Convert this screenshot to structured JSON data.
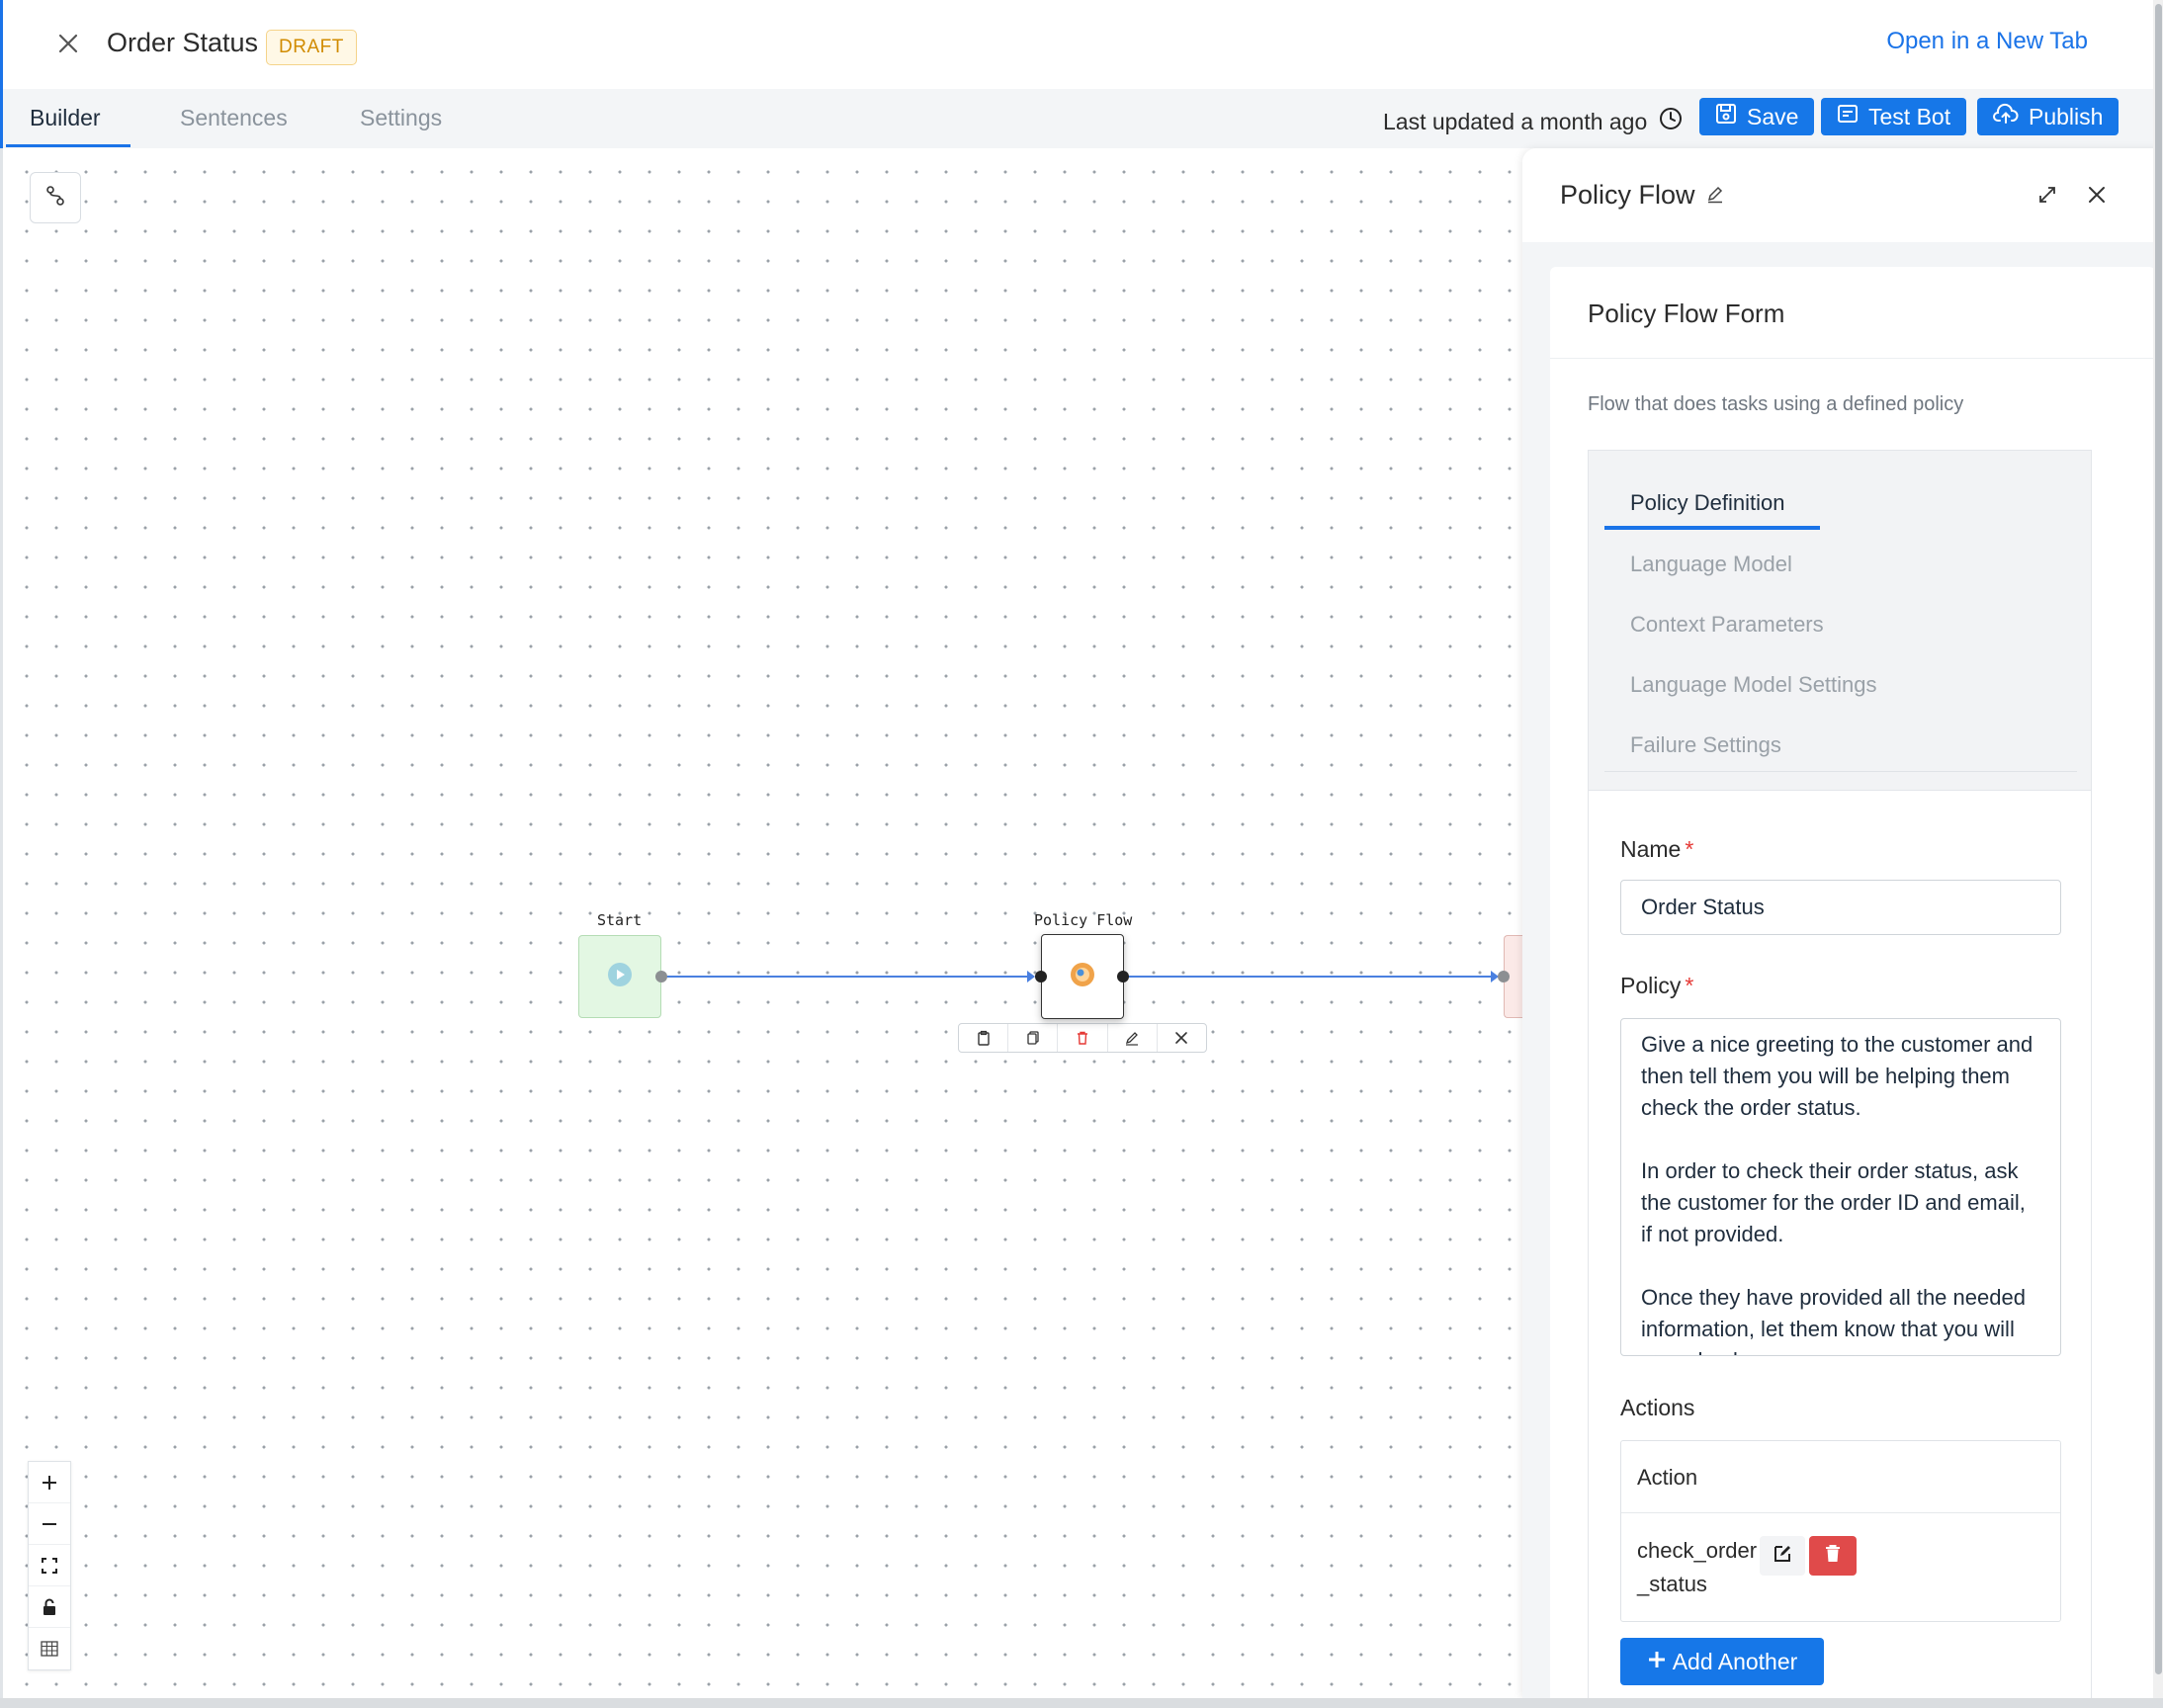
{
  "header": {
    "title": "Order Status",
    "status_badge": "DRAFT",
    "open_new_tab": "Open in a New Tab"
  },
  "tabs": [
    {
      "label": "Builder",
      "active": true
    },
    {
      "label": "Sentences",
      "active": false
    },
    {
      "label": "Settings",
      "active": false
    }
  ],
  "toolbar": {
    "last_updated": "Last updated a month ago",
    "save_label": "Save",
    "test_bot_label": "Test Bot",
    "publish_label": "Publish"
  },
  "canvas": {
    "start_node_label": "Start",
    "policy_node_label": "Policy Flow",
    "node_colors": {
      "start": "#e3f7e3",
      "edge": "#4a80e0",
      "next": "#fbe9e7"
    }
  },
  "panel": {
    "title": "Policy Flow",
    "form_title": "Policy Flow Form",
    "description": "Flow that does tasks using a defined policy",
    "menu": [
      {
        "label": "Policy Definition",
        "active": true
      },
      {
        "label": "Language Model",
        "active": false
      },
      {
        "label": "Context Parameters",
        "active": false
      },
      {
        "label": "Language Model Settings",
        "active": false
      },
      {
        "label": "Failure Settings",
        "active": false
      }
    ],
    "name_label": "Name",
    "name_value": "Order Status",
    "policy_label": "Policy",
    "policy_value": "Give a nice greeting to the customer and then tell them you will be helping them check the order status.\n\nIn order to check their order status, ask the customer for the order ID and email, if not provided.\n\nOnce they have provided all the needed information, let them know that you will now check",
    "actions_label": "Actions",
    "actions_column": "Action",
    "actions": [
      {
        "name": "check_order_status"
      }
    ],
    "add_another": "Add Another"
  },
  "colors": {
    "accent": "#1677e8",
    "draft_badge_text": "#d18b00",
    "delete_button": "#e04a4a",
    "required_mark": "#e53935"
  }
}
